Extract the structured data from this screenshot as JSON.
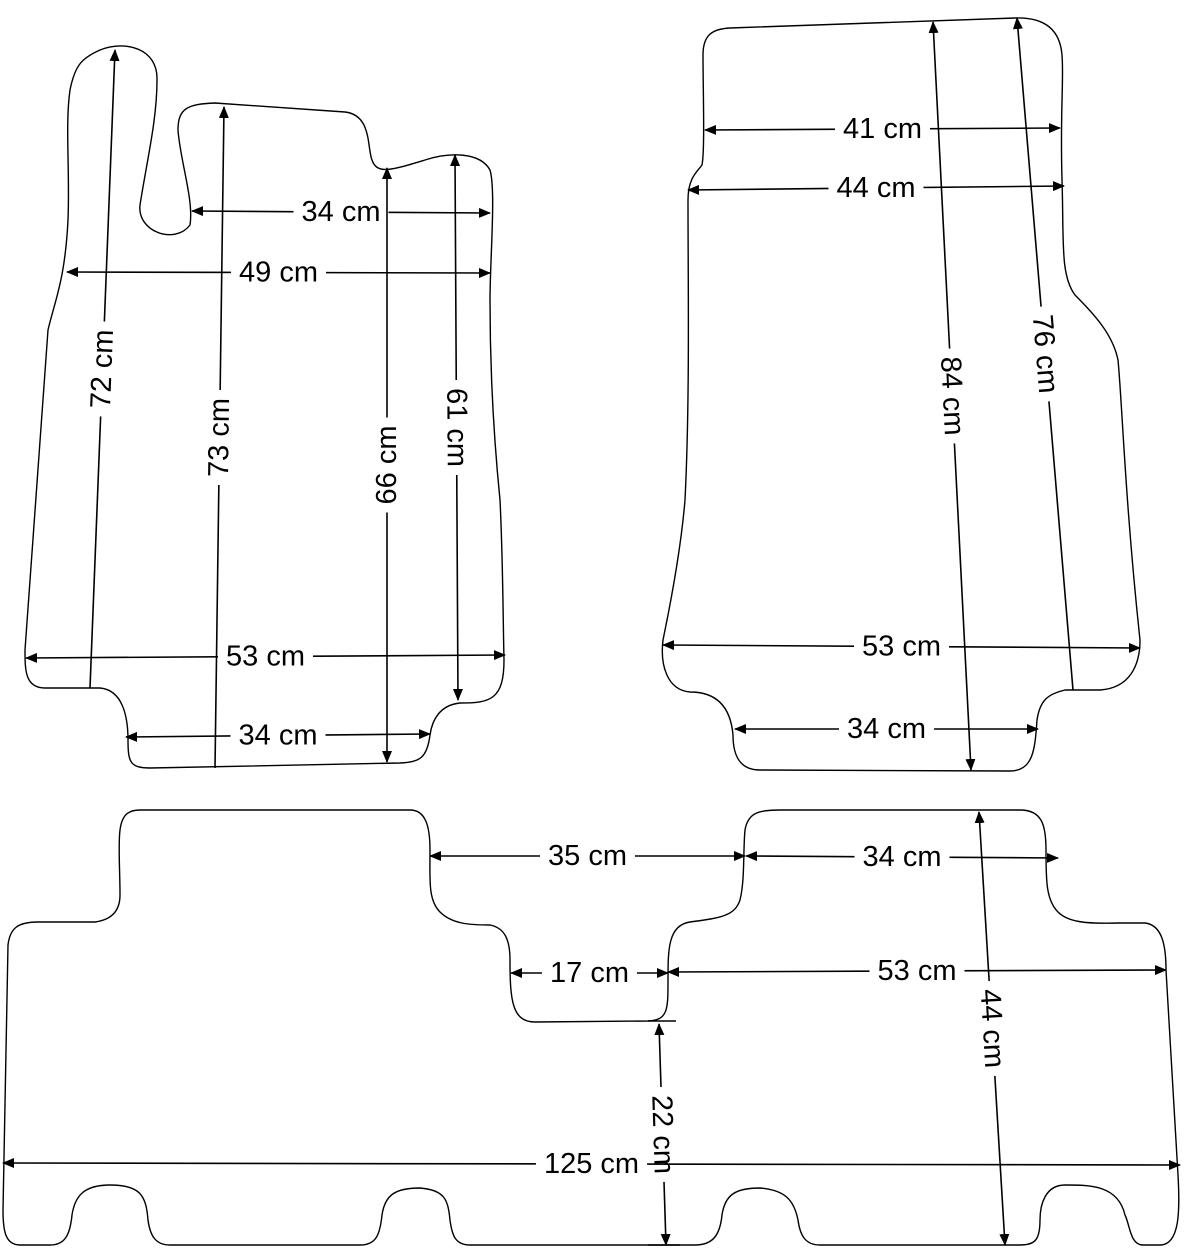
{
  "mats": [
    {
      "name": "front-left-mat",
      "labels": [
        "34 cm",
        "49 cm",
        "72 cm",
        "73 cm",
        "66 cm",
        "61 cm",
        "53 cm",
        "34 cm"
      ]
    },
    {
      "name": "front-right-mat",
      "labels": [
        "41 cm",
        "44 cm",
        "84 cm",
        "76 cm",
        "53 cm",
        "34 cm"
      ]
    },
    {
      "name": "rear-mat",
      "labels": [
        "35 cm",
        "34 cm",
        "17 cm",
        "53 cm",
        "44 cm",
        "22 cm",
        "125 cm"
      ]
    }
  ],
  "colors": {
    "line": "#000000",
    "background": "#ffffff"
  }
}
